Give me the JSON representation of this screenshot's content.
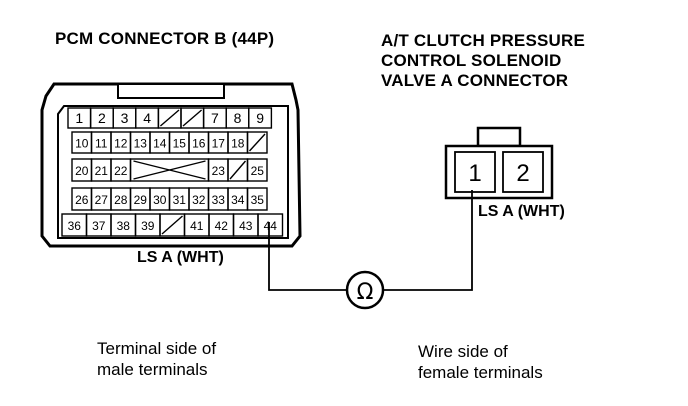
{
  "pcm_connector": {
    "title": "PCM CONNECTOR B (44P)",
    "wire_label": "LS A (WHT)",
    "caption_line1": "Terminal side of",
    "caption_line2": "male terminals",
    "rows": [
      [
        "1",
        "2",
        "3",
        "4",
        "",
        "/",
        "7",
        "8",
        "9"
      ],
      [
        "10",
        "11",
        "12",
        "13",
        "14",
        "15",
        "16",
        "17",
        "18",
        "/"
      ],
      [
        "20",
        "21",
        "22",
        "",
        "",
        "",
        "",
        "23",
        "/",
        "25"
      ],
      [
        "26",
        "27",
        "28",
        "29",
        "30",
        "31",
        "32",
        "33",
        "34",
        "35"
      ],
      [
        "36",
        "37",
        "38",
        "39",
        "/",
        "41",
        "42",
        "43",
        "44"
      ]
    ]
  },
  "solenoid_connector": {
    "title_line1": "A/T CLUTCH PRESSURE",
    "title_line2": "CONTROL SOLENOID",
    "title_line3": "VALVE A CONNECTOR",
    "wire_label": "LS A (WHT)",
    "pins": [
      "1",
      "2"
    ],
    "caption_line1": "Wire side of",
    "caption_line2": "female terminals"
  },
  "meter": {
    "symbol": "Ω",
    "icon": "ohmmeter-icon"
  }
}
